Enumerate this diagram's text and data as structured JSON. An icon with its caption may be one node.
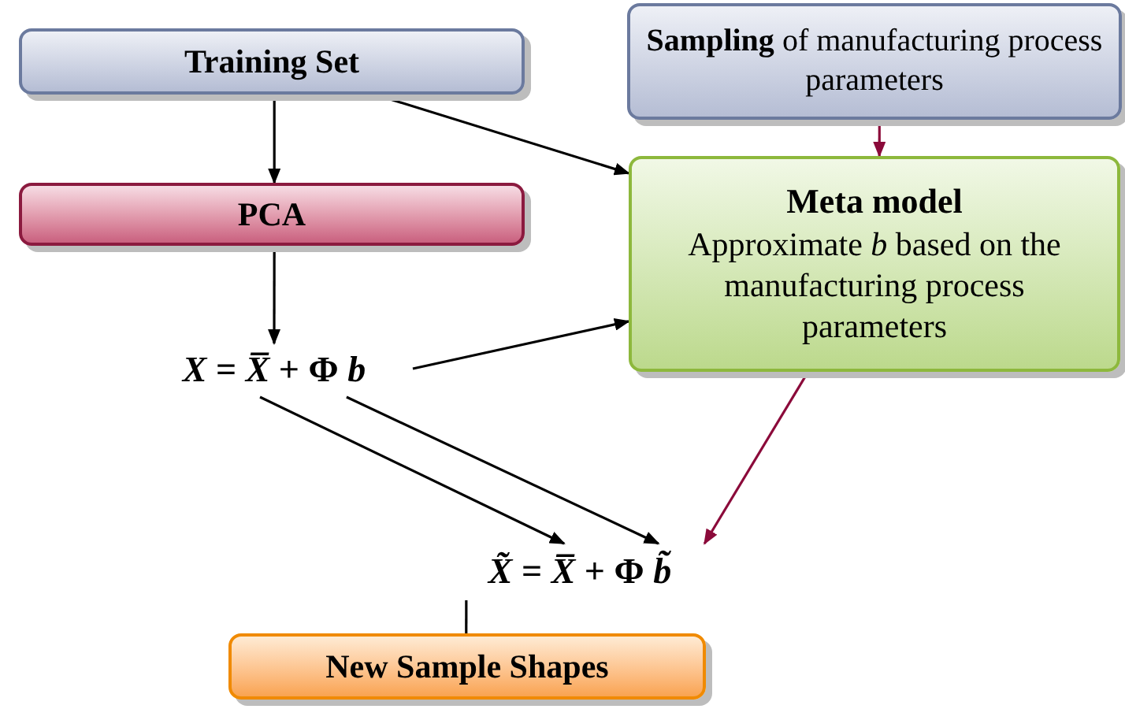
{
  "diagram": {
    "nodes": [
      {
        "text": [
          "Training Set"
        ]
      },
      {
        "text": [
          "**Sampling** of manufacturing process parameters"
        ]
      },
      {
        "text": [
          "PCA"
        ]
      },
      {
        "text": [
          "Meta model",
          "Approximate *b* based on the manufacturing process parameters"
        ]
      },
      {
        "text": [
          "*X* = *X̅* + Φ *b*"
        ]
      },
      {
        "text": [
          "*X̃* = *X̅* + Φ *b̃*"
        ]
      },
      {
        "text": [
          "New Sample Shapes"
        ]
      }
    ],
    "edges": [
      {
        "from": 0,
        "to": 2,
        "arrow": "to"
      },
      {
        "from": 0,
        "to": 3,
        "arrow": "to"
      },
      {
        "from": 1,
        "to": 3,
        "arrow": "to",
        "color": "#8b0a3a"
      },
      {
        "from": 2,
        "to": 4,
        "arrow": "to"
      },
      {
        "from": 4,
        "to": 3,
        "arrow": "to"
      },
      {
        "from": 4,
        "to": 5,
        "arrow": "to"
      },
      {
        "from": 4,
        "to": 5,
        "arrow": "to"
      },
      {
        "from": 3,
        "to": 5,
        "arrow": "to",
        "color": "#8b0a3a"
      },
      {
        "from": 5,
        "to": 6,
        "arrow": "none"
      }
    ]
  }
}
